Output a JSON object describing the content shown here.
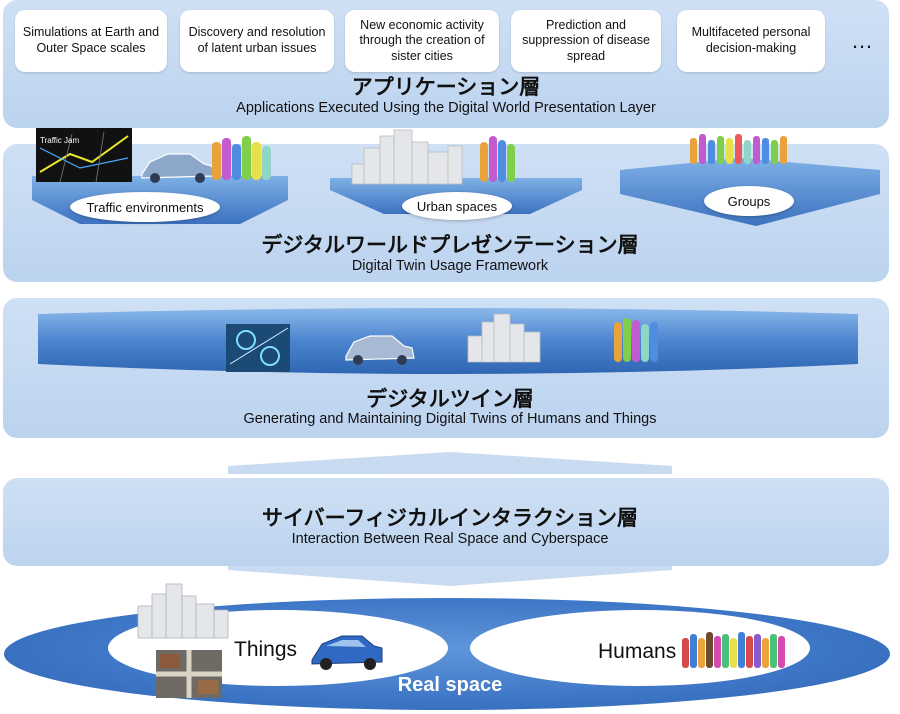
{
  "application_layer": {
    "boxes": [
      "Simulations at Earth and Outer Space scales",
      "Discovery and resolution of latent urban issues",
      "New economic activity through the creation of sister cities",
      "Prediction and suppression of disease spread",
      "Multifaceted personal decision-making"
    ],
    "ellipsis": "…",
    "title_jp": "アプリケーション層",
    "title_en": "Applications Executed Using the Digital World Presentation Layer"
  },
  "presentation_layer": {
    "traffic_thumb_text": "Traffic Jam",
    "platforms": [
      "Traffic environments",
      "Urban spaces",
      "Groups"
    ],
    "title_jp": "デジタルワールドプレゼンテーション層",
    "title_en": "Digital Twin Usage Framework"
  },
  "twin_layer": {
    "title_jp": "デジタルツイン層",
    "title_en": "Generating and Maintaining Digital Twins of Humans and Things"
  },
  "cyber_physical_layer": {
    "title_jp": "サイバーフィジカルインタラクション層",
    "title_en": "Interaction Between Real Space and Cyberspace"
  },
  "real_space": {
    "things_label": "Things",
    "humans_label": "Humans",
    "label": "Real space"
  },
  "colors": {
    "layer_bg": "#c7daf2",
    "oval_blue": "#3d76c6",
    "platform_blue": "#5d93d4"
  }
}
